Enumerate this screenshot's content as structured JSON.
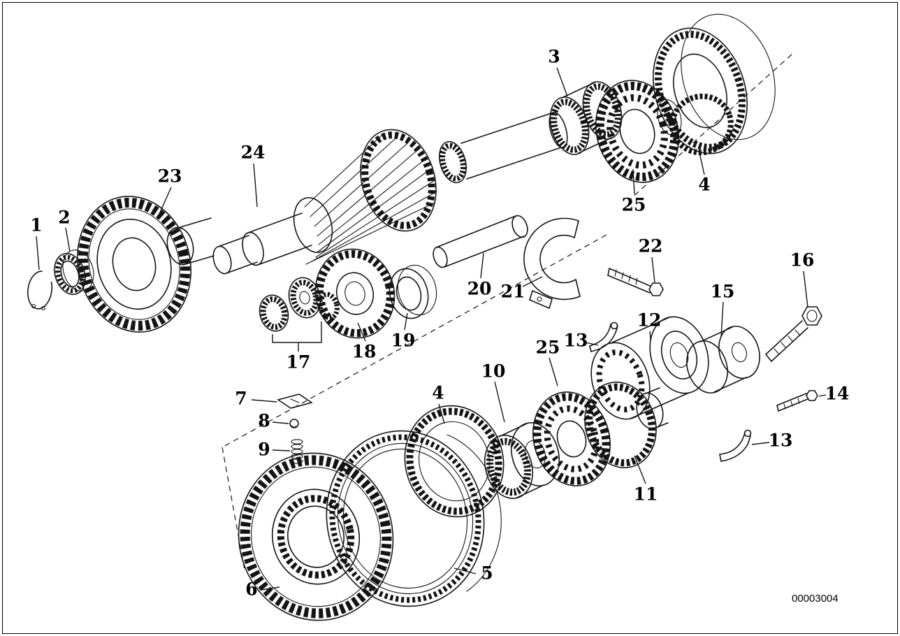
{
  "diagram": {
    "id": "00003004",
    "colors": {
      "background": "#ffffff",
      "line": "#141414"
    },
    "callouts": [
      {
        "text": "1"
      },
      {
        "text": "2"
      },
      {
        "text": "23"
      },
      {
        "text": "24"
      },
      {
        "text": "3"
      },
      {
        "text": "25"
      },
      {
        "text": "4"
      },
      {
        "text": "20"
      },
      {
        "text": "21"
      },
      {
        "text": "22"
      },
      {
        "text": "16"
      },
      {
        "text": "15"
      },
      {
        "text": "19"
      },
      {
        "text": "18"
      },
      {
        "text": "17"
      },
      {
        "text": "25"
      },
      {
        "text": "13"
      },
      {
        "text": "12"
      },
      {
        "text": "10"
      },
      {
        "text": "4"
      },
      {
        "text": "7"
      },
      {
        "text": "8"
      },
      {
        "text": "9"
      },
      {
        "text": "14"
      },
      {
        "text": "13"
      },
      {
        "text": "11"
      },
      {
        "text": "5"
      },
      {
        "text": "6"
      }
    ]
  }
}
